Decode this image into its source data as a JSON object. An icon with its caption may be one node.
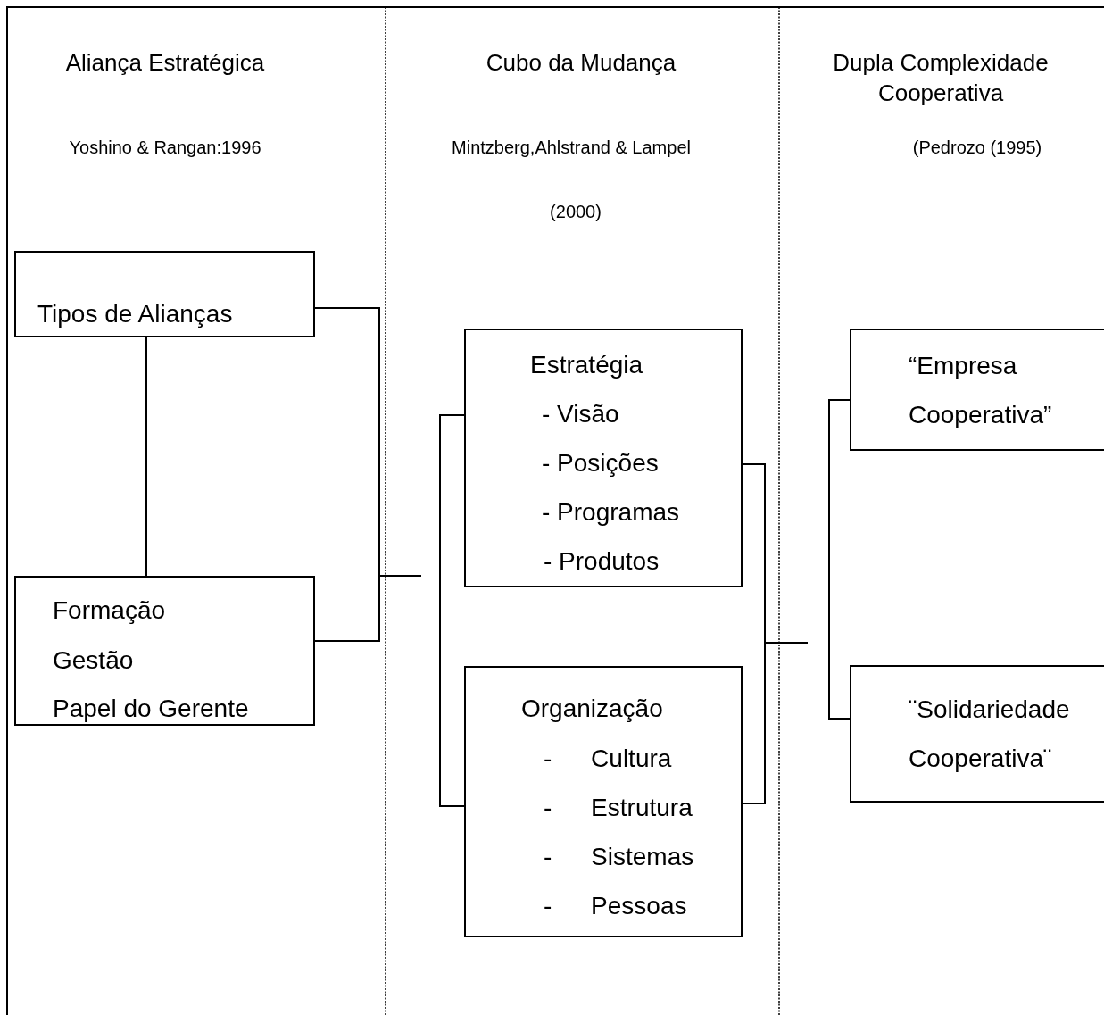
{
  "diagram": {
    "nodes": [
      {
        "text": [
          "Tipos de Alianças"
        ]
      },
      {
        "text": [
          "Formação",
          "Gestão",
          "Papel do Gerente"
        ]
      },
      {
        "text": [
          "Estratégia",
          "- Visão",
          "- Posições",
          "- Programas",
          "- Produtos"
        ]
      },
      {
        "text": [
          "Organização",
          "- Cultura",
          "- Estrutura",
          "- Sistemas",
          "- Pessoas"
        ]
      },
      {
        "text": [
          "“Empresa Cooperativa”"
        ]
      },
      {
        "text": [
          "¨Solidariedade Cooperativa¨"
        ]
      }
    ],
    "edges": [
      {
        "from": 0,
        "to": 1,
        "arrow": "none"
      },
      {
        "from": 0,
        "to": null,
        "arrow": "none"
      },
      {
        "from": 1,
        "to": null,
        "arrow": "none"
      },
      {
        "from": 2,
        "to": 3,
        "arrow": "none"
      },
      {
        "from": 2,
        "to": null,
        "arrow": "none"
      },
      {
        "from": 3,
        "to": null,
        "arrow": "none"
      },
      {
        "from": 4,
        "to": 5,
        "arrow": "none"
      }
    ],
    "labels": [
      "Aliança Estratégica",
      "Cubo da Mudança",
      "Dupla Complexidade Cooperativa",
      "Yoshino & Rangan:1996",
      "Mintzberg,Ahlstrand & Lampel",
      "(Pedrozo (1995)",
      "(2000)"
    ]
  }
}
